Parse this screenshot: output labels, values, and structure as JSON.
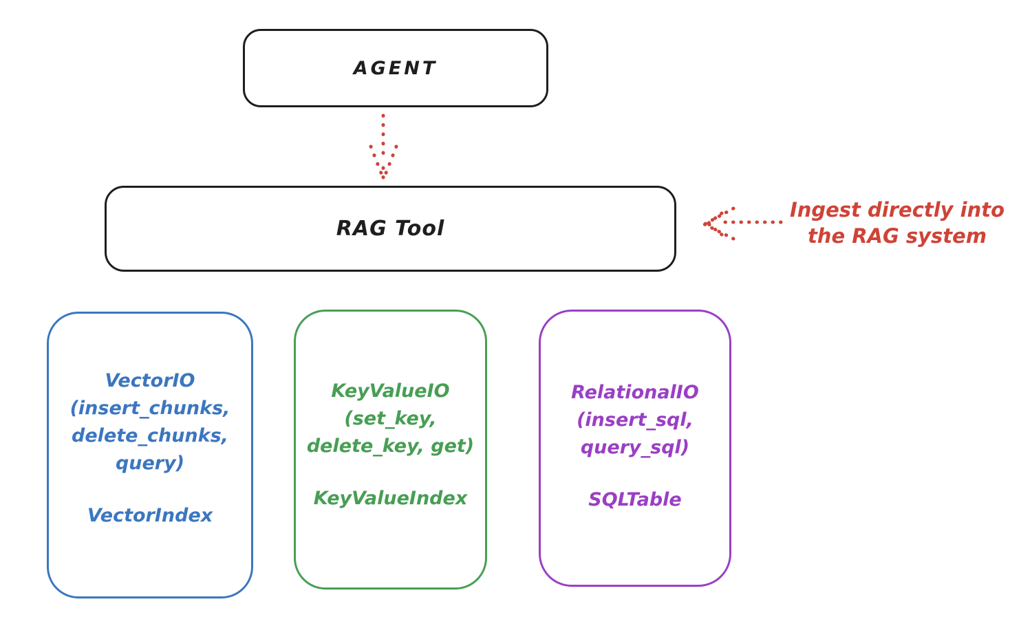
{
  "diagram": {
    "colors": {
      "stroke": "#1e1e1e",
      "red": "#cf4337",
      "blue": "#3b76c0",
      "green": "#479e54",
      "purple": "#9a3fc4",
      "background": "#ffffff"
    },
    "agent": {
      "label": "AGENT"
    },
    "rag_tool": {
      "label": "RAG Tool"
    },
    "annotation": {
      "text": "Ingest directly into\nthe RAG system"
    },
    "io_boxes": [
      {
        "name": "vector-io",
        "color": "#3b76c0",
        "methods": "VectorIO\n(insert_chunks,\ndelete_chunks,\nquery)",
        "index_label": "VectorIndex"
      },
      {
        "name": "keyvalue-io",
        "color": "#479e54",
        "methods": "KeyValueIO\n(set_key,\ndelete_key, get)",
        "index_label": "KeyValueIndex"
      },
      {
        "name": "relational-io",
        "color": "#9a3fc4",
        "methods": "RelationalIO\n(insert_sql,\nquery_sql)",
        "index_label": "SQLTable"
      }
    ]
  }
}
